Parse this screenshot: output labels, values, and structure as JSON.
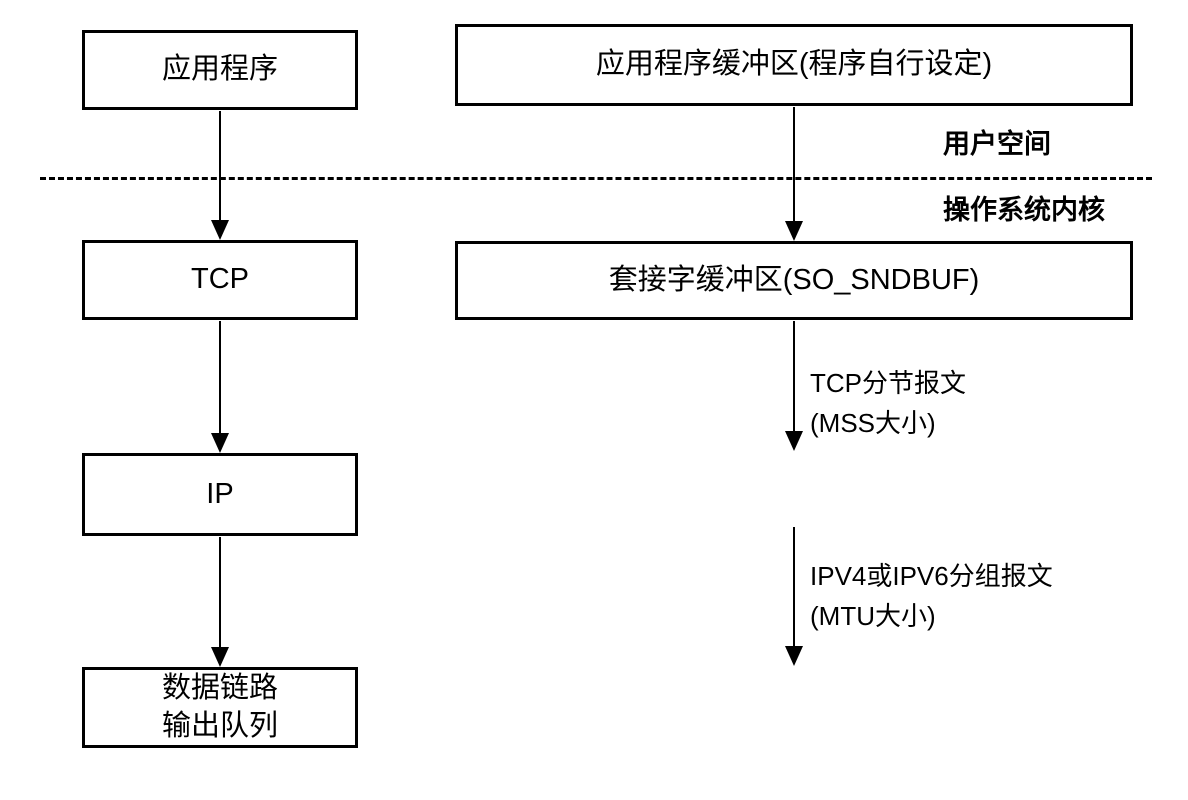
{
  "diagram": {
    "title": "TCP send buffer / protocol stack diagram",
    "colors": {
      "line": "#000000",
      "background": "#ffffff",
      "text": "#000000"
    },
    "left_column": {
      "boxes": [
        {
          "label": "应用程序"
        },
        {
          "label": "TCP"
        },
        {
          "label": "IP"
        },
        {
          "label": "数据链路\n输出队列"
        }
      ]
    },
    "right_column": {
      "boxes": [
        {
          "label": "应用程序缓冲区(程序自行设定)"
        },
        {
          "label": "套接字缓冲区(SO_SNDBUF)"
        }
      ],
      "arrow_captions": [
        {
          "text": "TCP分节报文\n(MSS大小)"
        },
        {
          "text": "IPV4或IPV6分组报文\n(MTU大小)"
        }
      ]
    },
    "divider": {
      "above_label": "用户空间",
      "below_label": "操作系统内核"
    }
  }
}
